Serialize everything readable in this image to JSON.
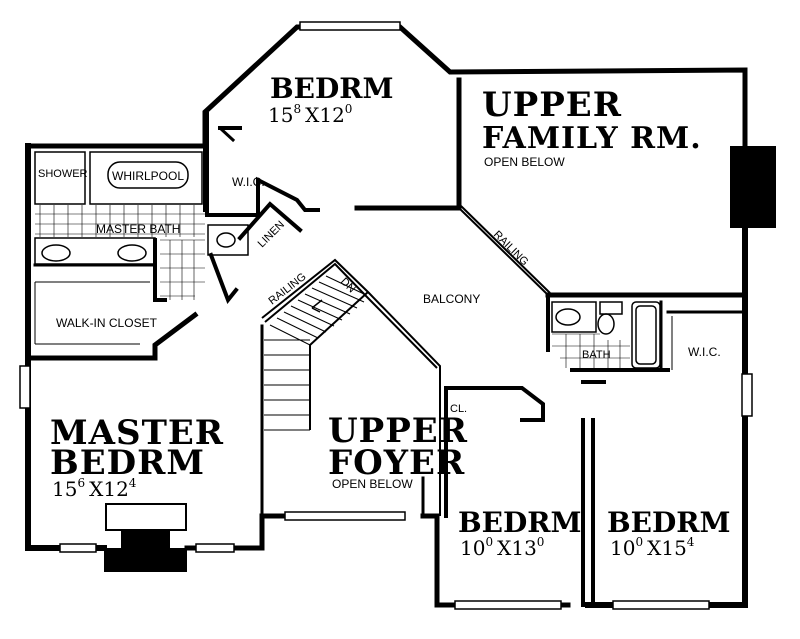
{
  "rooms": {
    "bedrm_top": {
      "label": "BEDRM",
      "dim_a": "15",
      "sup_a": "8",
      "dim_b": "12",
      "sup_b": "0"
    },
    "upper_family": {
      "line1": "UPPER",
      "line2": "FAMILY RM.",
      "note": "OPEN BELOW"
    },
    "master_bedrm": {
      "line1": "MASTER",
      "line2": "BEDRM",
      "dim_a": "15",
      "sup_a": "6",
      "dim_b": "12",
      "sup_b": "4"
    },
    "upper_foyer": {
      "line1": "UPPER",
      "line2": "FOYER",
      "note": "OPEN BELOW"
    },
    "bedrm_mid": {
      "label": "BEDRM",
      "dim_a": "10",
      "sup_a": "0",
      "dim_b": "13",
      "sup_b": "0"
    },
    "bedrm_right": {
      "label": "BEDRM",
      "dim_a": "10",
      "sup_a": "0",
      "dim_b": "15",
      "sup_b": "4"
    }
  },
  "labels": {
    "shower": "SHOWER",
    "whirlpool": "WHIRLPOOL",
    "master_bath": "MASTER BATH",
    "wic_top": "W.I.C.",
    "linen": "LINEN",
    "walk_in_closet": "WALK-IN CLOSET",
    "railing_stair": "RAILING",
    "dn": "DN",
    "balcony": "BALCONY",
    "railing_diag": "RAILING",
    "bath": "BATH",
    "wic_right": "W.I.C.",
    "cl": "CL."
  },
  "dim_separator": "X"
}
